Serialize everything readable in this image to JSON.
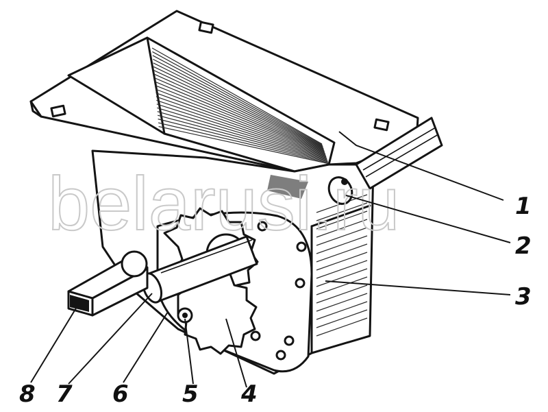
{
  "watermark": "belarusi.ru",
  "callouts": [
    {
      "label": "1"
    },
    {
      "label": "2"
    },
    {
      "label": "3"
    },
    {
      "label": "4"
    },
    {
      "label": "5"
    },
    {
      "label": "6"
    },
    {
      "label": "7"
    },
    {
      "label": "8"
    }
  ]
}
